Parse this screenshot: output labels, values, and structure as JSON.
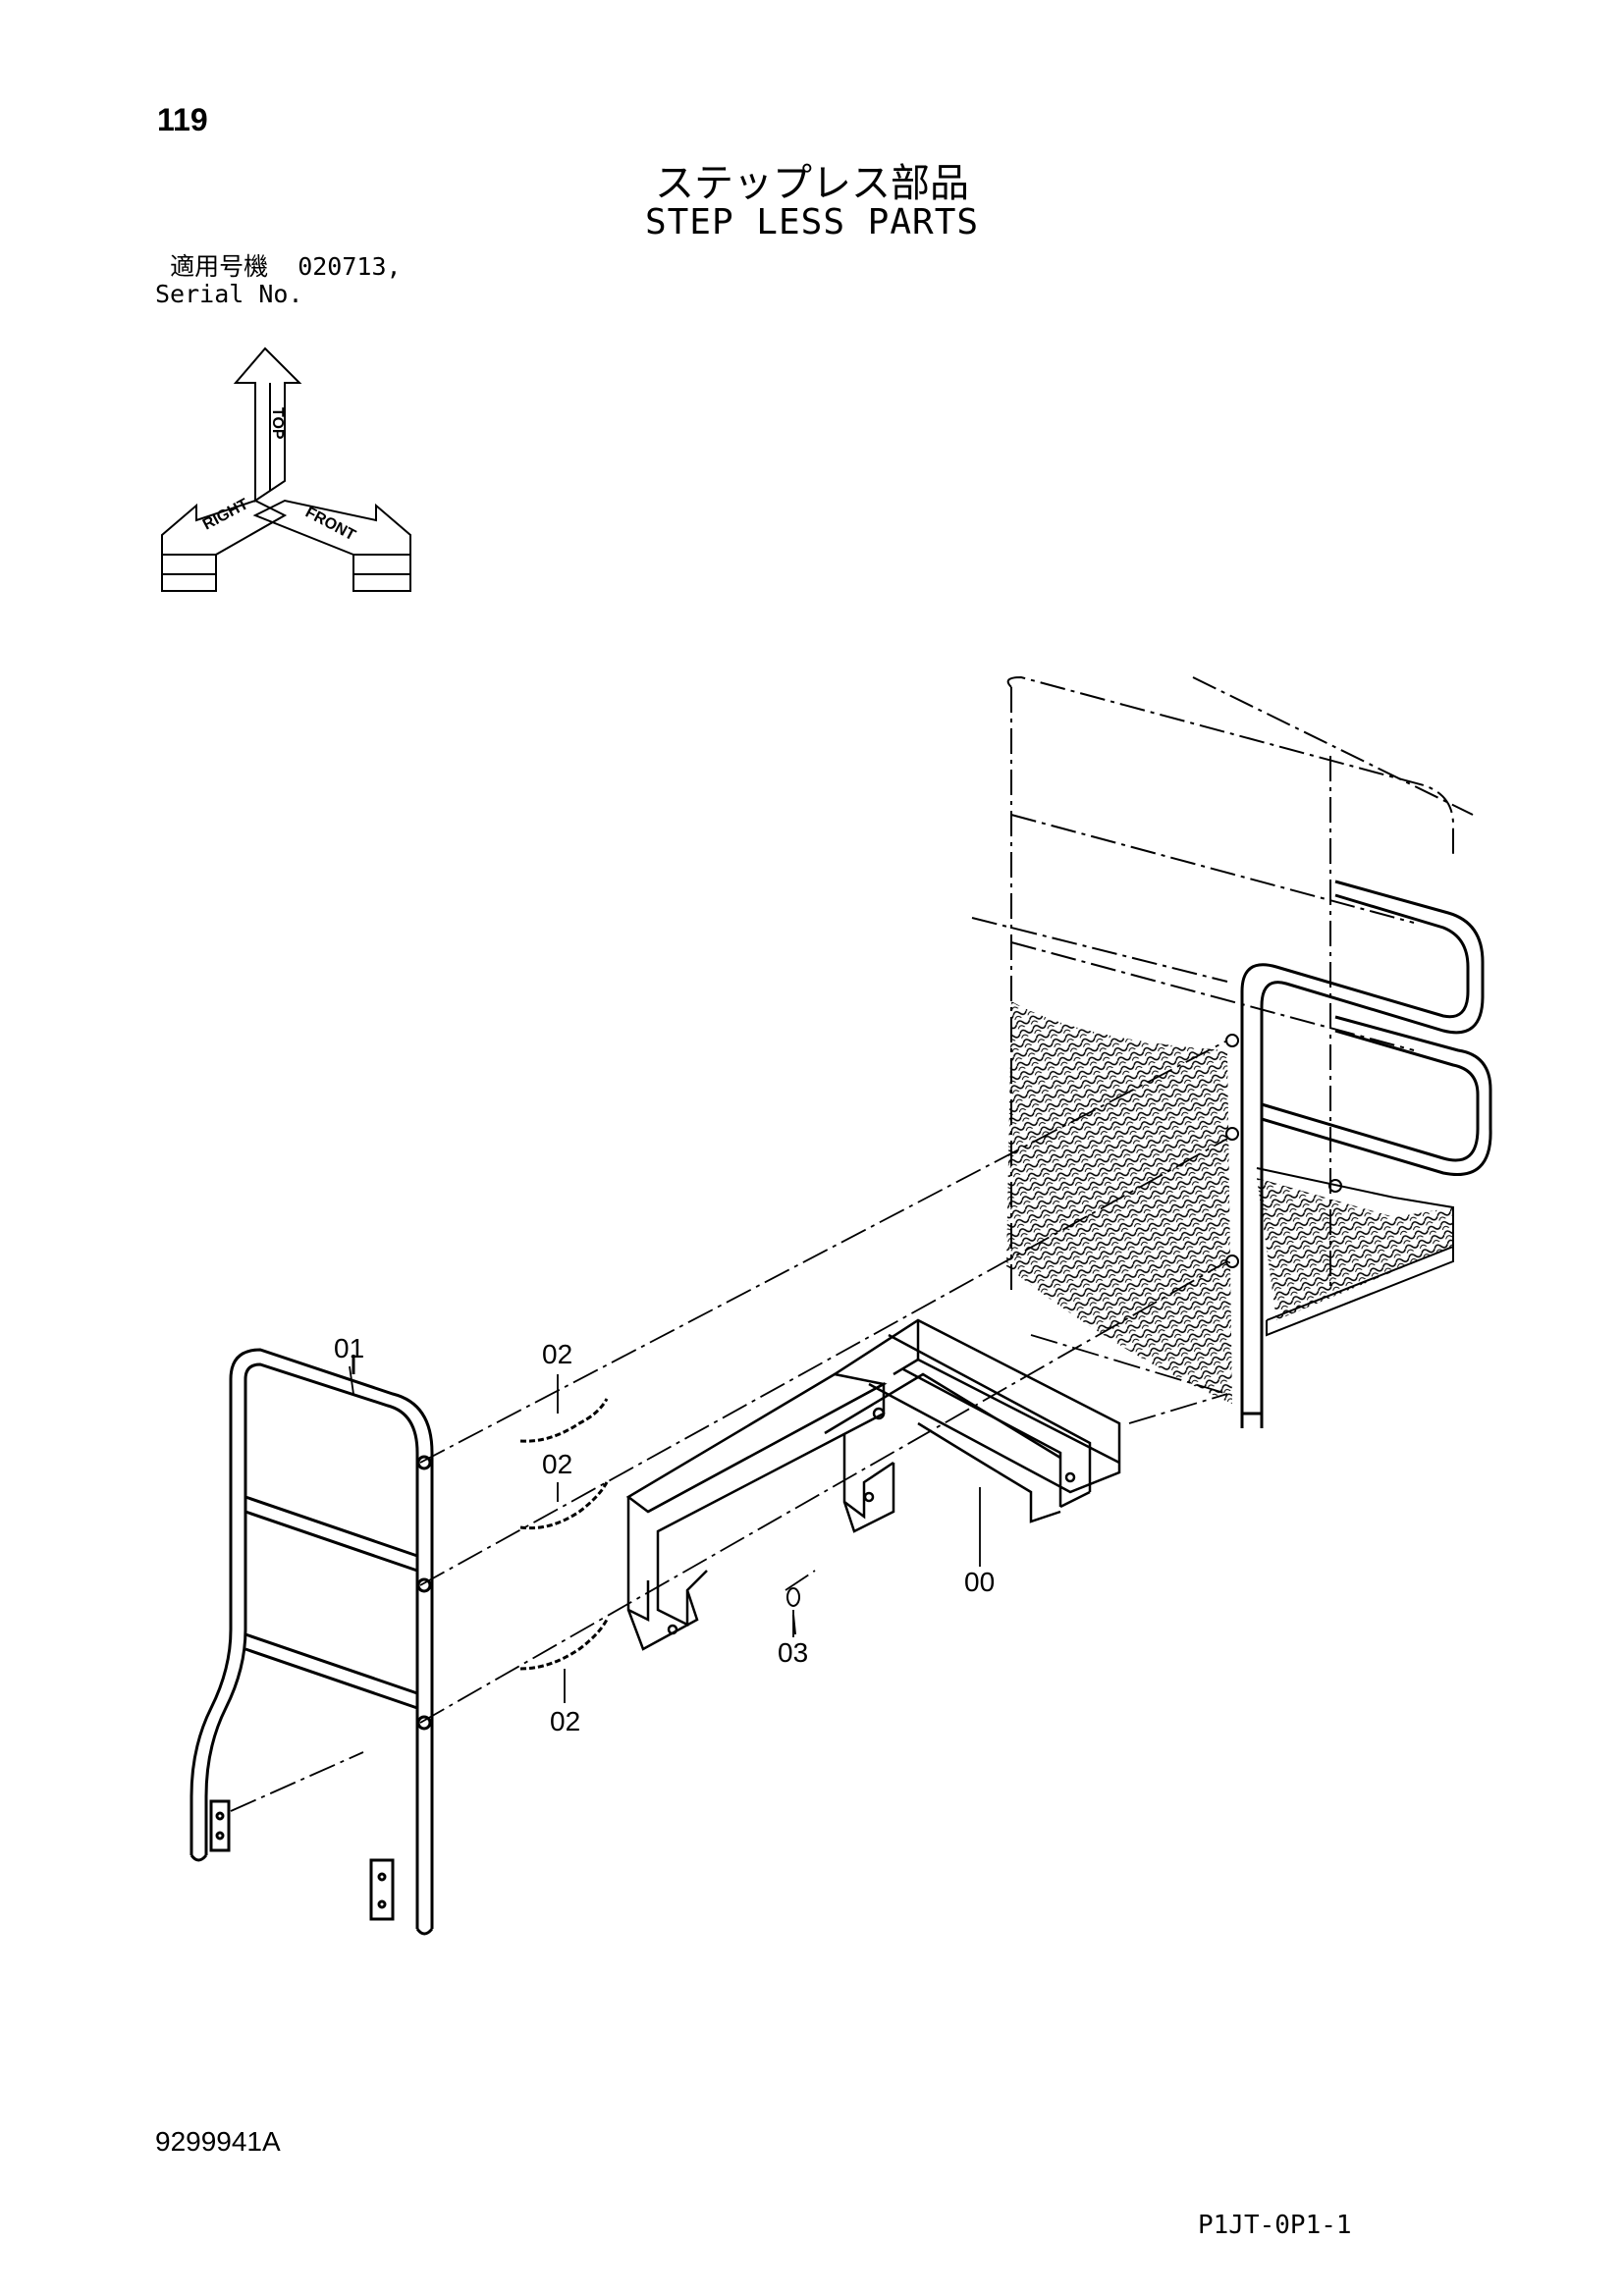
{
  "page_number": "119",
  "title_jp": "ステップレス部品",
  "title_en": "STEP LESS PARTS",
  "serial": {
    "label_jp": "適用号機",
    "value": "020713,",
    "label_en": "Serial No."
  },
  "orientation": {
    "top": "TOP",
    "right": "RIGHT",
    "front": "FRONT"
  },
  "callouts": {
    "c00": "00",
    "c01": "01",
    "c02a": "02",
    "c02b": "02",
    "c02c": "02",
    "c03": "03"
  },
  "doc_code": "9299941A",
  "sheet_code": "P1JT-0P1-1"
}
